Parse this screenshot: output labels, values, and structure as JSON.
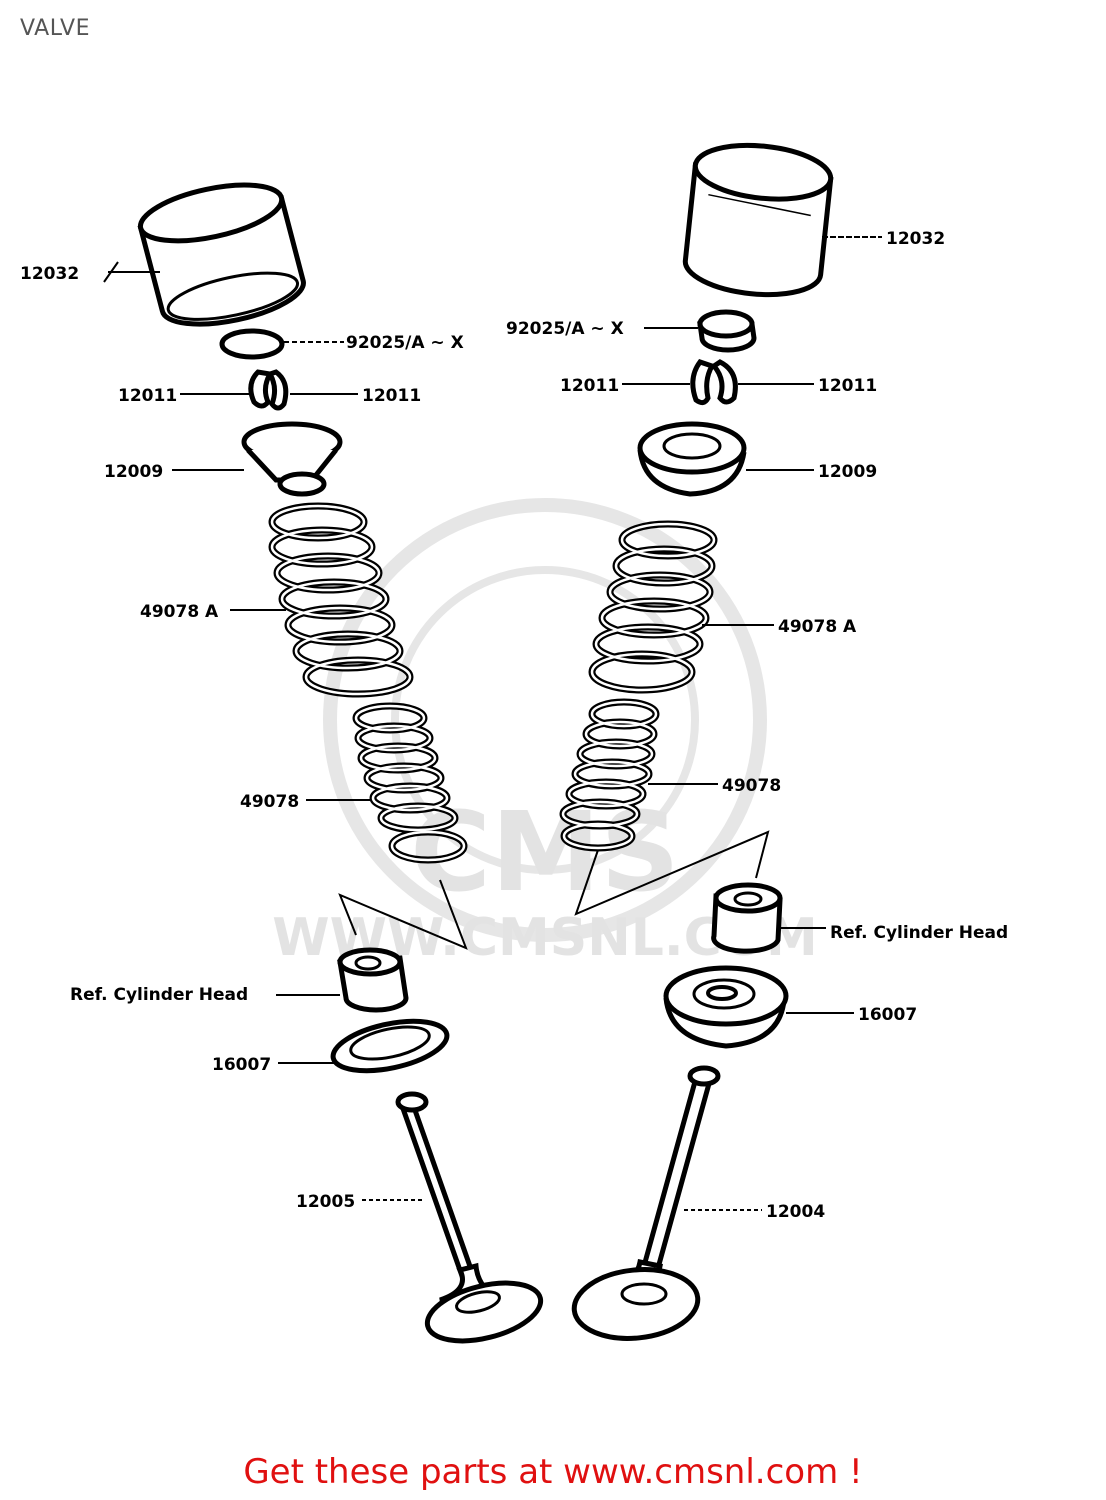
{
  "page": {
    "title": "VALVE",
    "promo_text": "Get these parts at www.cmsnl.com !"
  },
  "watermark": {
    "letters": "CMS",
    "site": "WWW.CMSNL.COM"
  },
  "labels": {
    "left_bucket": "12032",
    "right_bucket": "12032",
    "left_shim": "92025/A ~ X",
    "right_shim": "92025/A ~ X",
    "left_cotter_a": "12011",
    "left_cotter_b": "12011",
    "right_cotter_a": "12011",
    "right_cotter_b": "12011",
    "left_retainer": "12009",
    "right_retainer": "12009",
    "left_outer_spring": "49078 A",
    "right_outer_spring": "49078 A",
    "left_inner_spring": "49078",
    "right_inner_spring": "49078",
    "left_ref_head": "Ref.  Cylinder Head",
    "right_ref_head": "Ref.  Cylinder Head",
    "left_seal": "16007",
    "right_seal": "16007",
    "left_valve": "12005",
    "right_valve": "12004"
  },
  "colors": {
    "promo": "#e01010",
    "title": "#555555",
    "watermark": "#e6e6e6"
  }
}
